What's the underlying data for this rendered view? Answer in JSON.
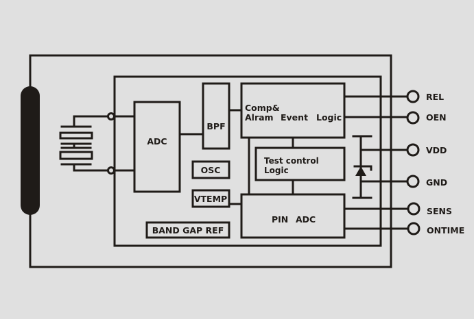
{
  "diagram": {
    "type": "block-diagram",
    "colors": {
      "background": "#e0e0e0",
      "line": "#1f1b18"
    },
    "blocks": {
      "adc": "ADC",
      "bpf": "BPF",
      "comp_line1": "Comp&",
      "comp_line2_a": "Alram",
      "comp_line2_b": "Event",
      "comp_line2_c": "Logic",
      "test_line1": "Test control",
      "test_line2": "Logic",
      "osc": "OSC",
      "vtemp": "VTEMP",
      "pin_adc_a": "PIN",
      "pin_adc_b": "ADC",
      "band_gap": "BAND GAP REF"
    },
    "pins": [
      {
        "label": "REL"
      },
      {
        "label": "OEN"
      },
      {
        "label": "VDD"
      },
      {
        "label": "GND"
      },
      {
        "label": "SENS"
      },
      {
        "label": "ONTIME"
      }
    ],
    "components": {
      "sensor_element": "pyroelectric-sensor",
      "crystal": "piezo-crystal",
      "diode": "zener-diode"
    }
  }
}
